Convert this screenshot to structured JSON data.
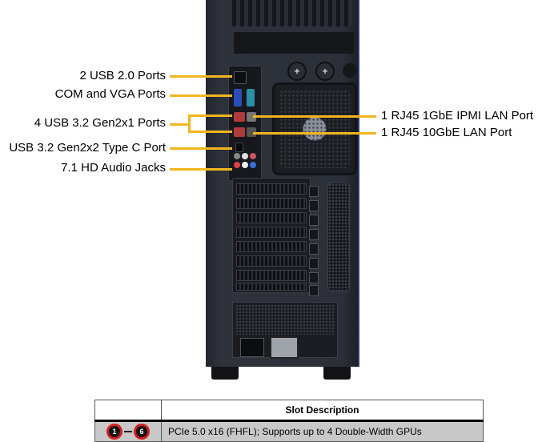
{
  "callouts": {
    "left": [
      {
        "label": "2 USB 2.0 Ports"
      },
      {
        "label": "COM and VGA Ports"
      },
      {
        "label": "4 USB 3.2 Gen2x1  Ports"
      },
      {
        "label": "USB 3.2 Gen2x2  Type  C Port"
      },
      {
        "label": "7.1 HD Audio Jacks"
      }
    ],
    "right": [
      {
        "label": "1 RJ45 1GbE IPMI  LAN Port"
      },
      {
        "label": "1 RJ45 10GbE LAN Port"
      }
    ],
    "line_color": "#f2b51f"
  },
  "chassis": {
    "pcie_slot_count": 8,
    "body_color": "#2b2f38"
  },
  "table": {
    "header": {
      "col1": "",
      "col2": "Slot Description"
    },
    "rows": [
      {
        "badge_start": "1",
        "badge_end": "6",
        "description": "PCIe  5.0 x16 (FHFL);  Supports up to 4 Double-Width  GPUs"
      }
    ],
    "badge_ring_color": "#d41e1e",
    "row_bg": "#c8c8c8"
  }
}
